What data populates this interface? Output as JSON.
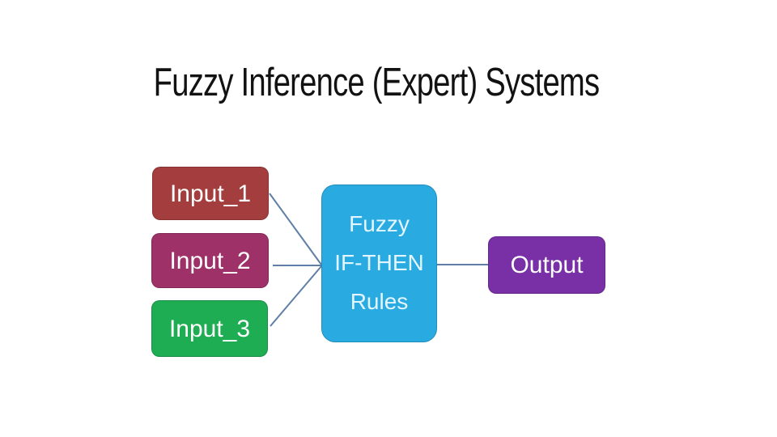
{
  "slide": {
    "title": "Fuzzy Inference (Expert) Systems",
    "background_color": "#FFFFFF",
    "title_color": "#121212"
  },
  "diagram": {
    "connector_color": "#5F7FA6",
    "nodes": {
      "input1": {
        "label": "Input_1",
        "color": "#A43E3E",
        "text_color": "#FFFFFF"
      },
      "input2": {
        "label": "Input_2",
        "color": "#9E3268",
        "text_color": "#FFFFFF"
      },
      "input3": {
        "label": "Input_3",
        "color": "#1FAD53",
        "text_color": "#FFFFFF"
      },
      "rules": {
        "label": "Fuzzy IF-THEN Rules",
        "line1": "Fuzzy",
        "line2": "IF-THEN",
        "line3": "Rules",
        "color": "#29ABE2",
        "text_color": "#E3F5FE"
      },
      "output": {
        "label": "Output",
        "color": "#7930A6",
        "text_color": "#FFFFFF"
      }
    },
    "edges": [
      {
        "from": "input1",
        "to": "rules"
      },
      {
        "from": "input2",
        "to": "rules"
      },
      {
        "from": "input3",
        "to": "rules"
      },
      {
        "from": "rules",
        "to": "output"
      }
    ]
  }
}
